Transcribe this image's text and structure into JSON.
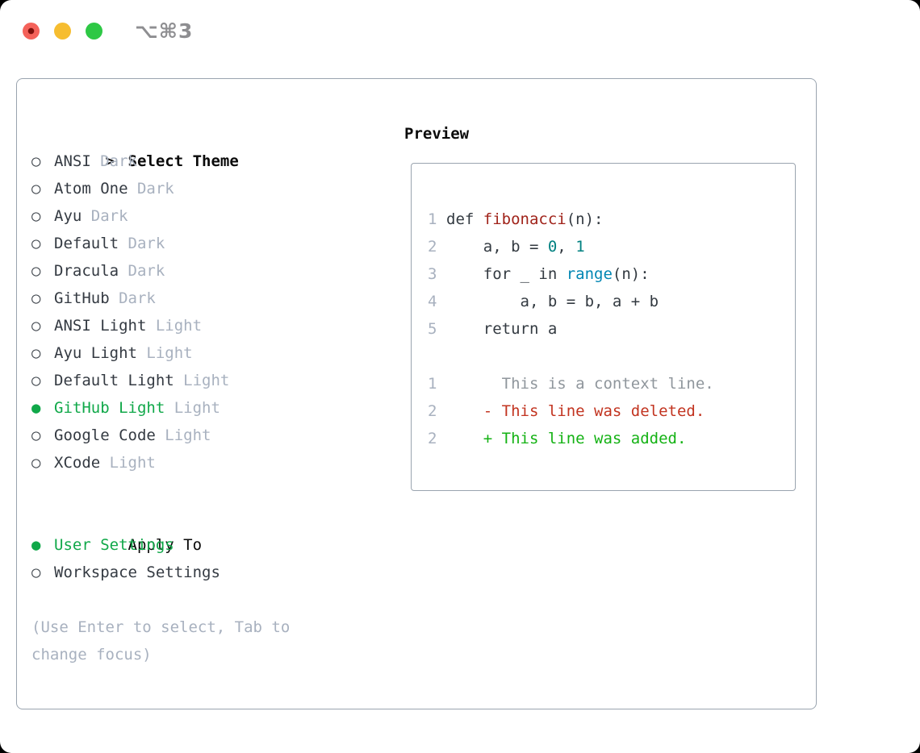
{
  "titlebar": {
    "title": "⌥⌘3",
    "traffic_lights": [
      "close",
      "minimize",
      "zoom"
    ]
  },
  "icons": {
    "cursor": ">",
    "radio_unselected": "○",
    "radio_selected": "●"
  },
  "theme_panel": {
    "header_prefix": ">",
    "header": "Select Theme",
    "themes": [
      {
        "name": "ANSI",
        "variant": "Dark",
        "selected": false
      },
      {
        "name": "Atom One",
        "variant": "Dark",
        "selected": false
      },
      {
        "name": "Ayu",
        "variant": "Dark",
        "selected": false
      },
      {
        "name": "Default",
        "variant": "Dark",
        "selected": false
      },
      {
        "name": "Dracula",
        "variant": "Dark",
        "selected": false
      },
      {
        "name": "GitHub",
        "variant": "Dark",
        "selected": false
      },
      {
        "name": "ANSI Light",
        "variant": "Light",
        "selected": false
      },
      {
        "name": "Ayu Light",
        "variant": "Light",
        "selected": false
      },
      {
        "name": "Default Light",
        "variant": "Light",
        "selected": false
      },
      {
        "name": "GitHub Light",
        "variant": "Light",
        "selected": true
      },
      {
        "name": "Google Code",
        "variant": "Light",
        "selected": false
      },
      {
        "name": "XCode",
        "variant": "Light",
        "selected": false
      }
    ],
    "apply_to": {
      "header": "Apply To",
      "options": [
        {
          "label": "User Settings",
          "selected": true
        },
        {
          "label": "Workspace Settings",
          "selected": false
        }
      ]
    },
    "hint_lines": [
      "(Use Enter to select, Tab to",
      "change focus)"
    ]
  },
  "preview": {
    "header": "Preview",
    "code_lines": [
      {
        "number": "1",
        "tokens": [
          {
            "t": "def ",
            "c": "plain"
          },
          {
            "t": "fibonacci",
            "c": "func"
          },
          {
            "t": "(n):",
            "c": "plain"
          }
        ]
      },
      {
        "number": "2",
        "tokens": [
          {
            "t": "    a, b = ",
            "c": "plain"
          },
          {
            "t": "0",
            "c": "num"
          },
          {
            "t": ", ",
            "c": "plain"
          },
          {
            "t": "1",
            "c": "num"
          }
        ]
      },
      {
        "number": "3",
        "tokens": [
          {
            "t": "    for _ in ",
            "c": "plain"
          },
          {
            "t": "range",
            "c": "builtin"
          },
          {
            "t": "(n):",
            "c": "plain"
          }
        ]
      },
      {
        "number": "4",
        "tokens": [
          {
            "t": "        a, b = b, a + b",
            "c": "plain"
          }
        ]
      },
      {
        "number": "5",
        "tokens": [
          {
            "t": "    return a",
            "c": "plain"
          }
        ]
      }
    ],
    "diff_lines": [
      {
        "number": "1",
        "text": "      This is a context line.",
        "kind": "context"
      },
      {
        "number": "2",
        "text": "    - This line was deleted.",
        "kind": "deleted"
      },
      {
        "number": "2",
        "text": "    + This line was added.",
        "kind": "added"
      }
    ]
  },
  "colors": {
    "accent_green": "#10a849",
    "diff_added": "#14b214",
    "diff_deleted": "#c23420",
    "diff_context": "#8f969c",
    "code_function": "#a0231a",
    "code_number": "#008080",
    "code_builtin": "#0086b3",
    "code_text": "#333a41",
    "text": "#343a42",
    "muted": "#a8b1bf",
    "border": "#9aa4af",
    "traffic_red": "#f4625a",
    "traffic_yellow": "#f6bd30",
    "traffic_green": "#2ec845"
  }
}
